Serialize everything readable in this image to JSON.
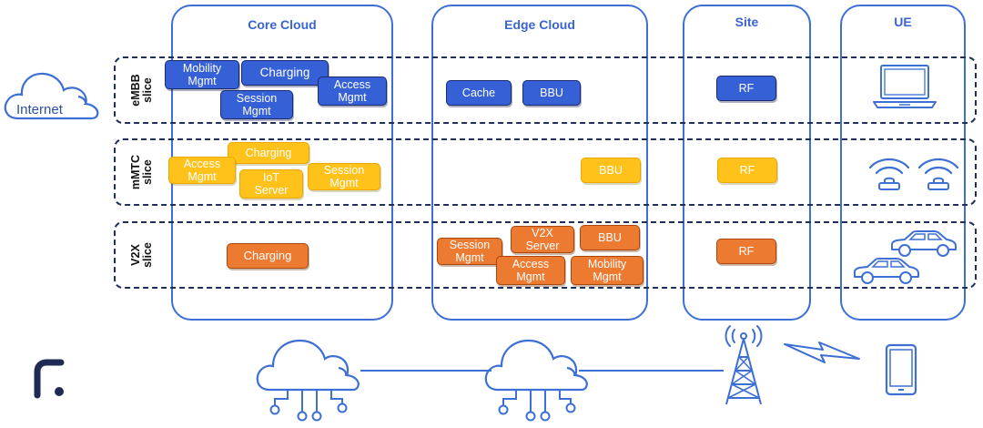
{
  "columns": {
    "core": "Core Cloud",
    "edge": "Edge Cloud",
    "site": "Site",
    "ue": "UE"
  },
  "internet_label": "Internet",
  "slices": {
    "embb": "eMBB\nslice",
    "mmtc": "mMTC\nslice",
    "v2x": "V2X\nslice"
  },
  "embb_boxes": {
    "mobility": "Mobility\nMgmt",
    "charging": "Charging",
    "access": "Access\nMgmt",
    "session": "Session\nMgmt",
    "cache": "Cache",
    "bbu": "BBU",
    "rf": "RF"
  },
  "mmtc_boxes": {
    "charging": "Charging",
    "access": "Access\nMgmt",
    "iot": "IoT\nServer",
    "session": "Session\nMgmt",
    "bbu": "BBU",
    "rf": "RF"
  },
  "v2x_boxes": {
    "charging": "Charging",
    "v2x_server": "V2X\nServer",
    "bbu": "BBU",
    "session": "Session\nMgmt",
    "access": "Access\nMgmt",
    "mobility": "Mobility\nMgmt",
    "rf": "RF"
  },
  "colors": {
    "embb": "#3560d6",
    "mmtc": "#ffc21a",
    "v2x": "#ec7a30",
    "outline": "#3d6fd4"
  },
  "icons": [
    "cloud-icon",
    "laptop-icon",
    "wifi-icon",
    "car-icon",
    "tower-icon",
    "lightning-icon",
    "phone-icon",
    "logo-icon"
  ]
}
